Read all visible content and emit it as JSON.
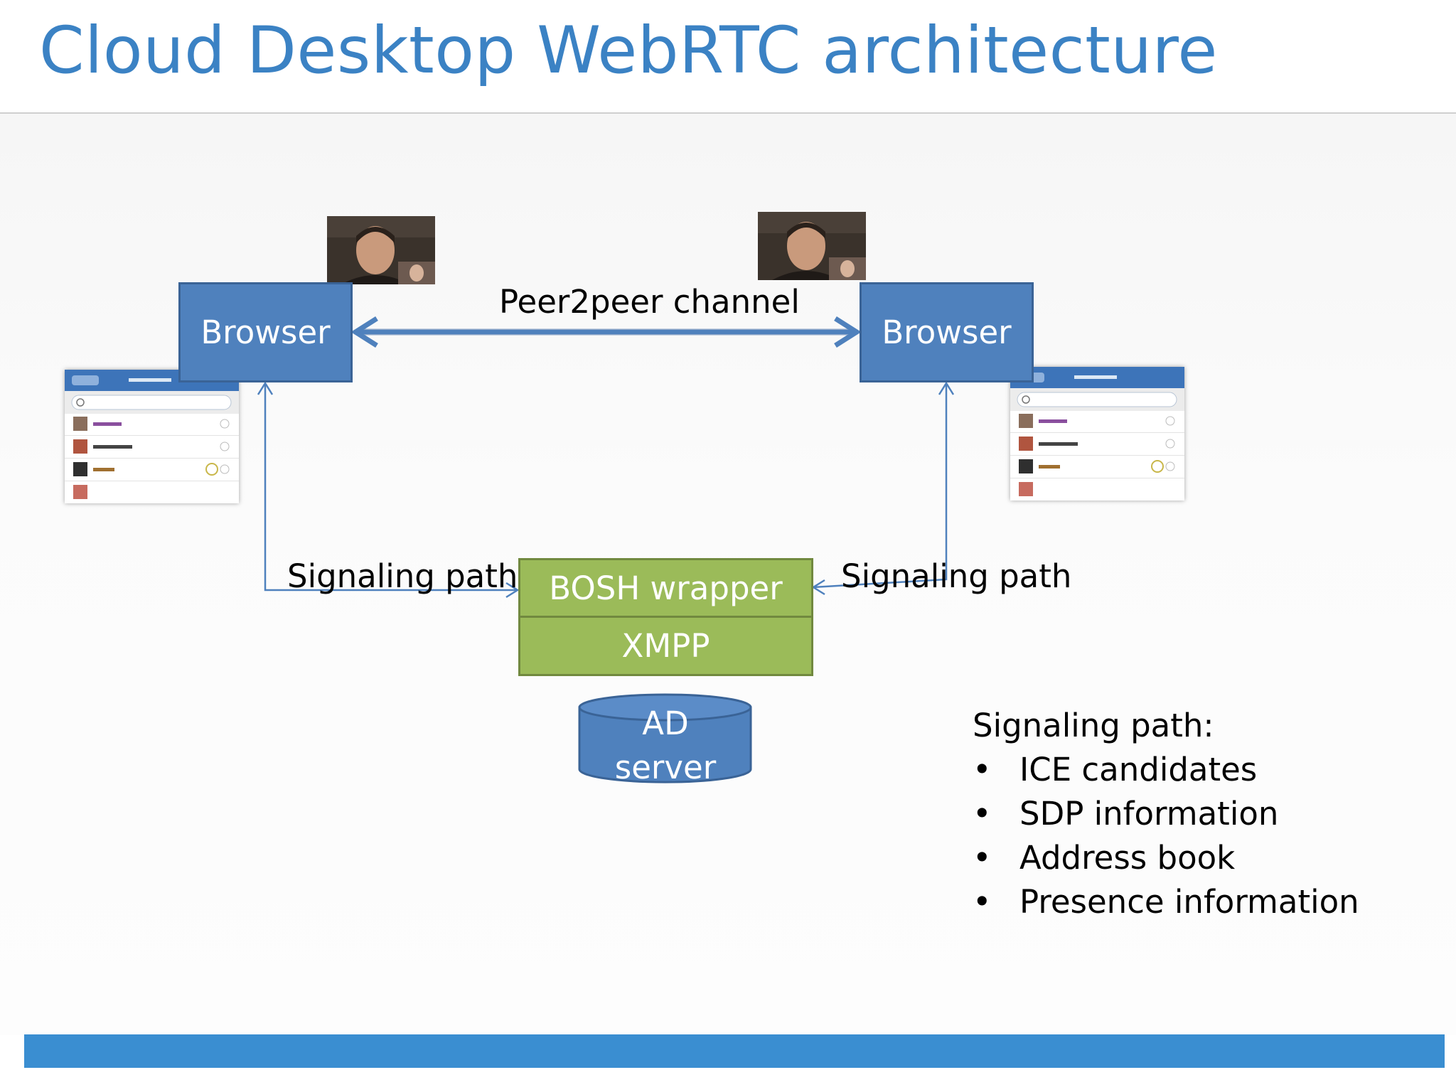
{
  "slide": {
    "title": "Cloud Desktop WebRTC architecture"
  },
  "diagram": {
    "browser_left": "Browser",
    "browser_right": "Browser",
    "p2p_label": "Peer2peer channel",
    "signaling_left": "Signaling path",
    "signaling_right": "Signaling path",
    "bosh": "BOSH wrapper",
    "xmpp": "XMPP",
    "ad_line1": "AD",
    "ad_line2": "server"
  },
  "notes": {
    "heading": "Signaling path:",
    "items": [
      "ICE candidates",
      "SDP information",
      "Address book",
      "Presence information"
    ],
    "bullet": "•"
  },
  "colors": {
    "title": "#3b82c4",
    "browser_fill": "#4f81bd",
    "xmpp_fill": "#9bbb59",
    "bottom_bar": "#3a8ed1"
  }
}
